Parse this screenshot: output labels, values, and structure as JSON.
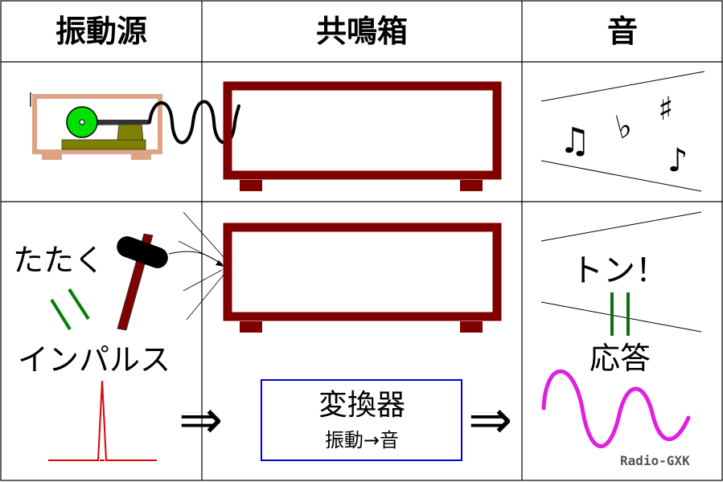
{
  "headers": {
    "source": "振動源",
    "resonator": "共鳴箱",
    "sound": "音"
  },
  "impact": {
    "tataku": "たたく",
    "impulse": "インパルス",
    "ton": "トン！",
    "response": "応答"
  },
  "converter": {
    "title": "変換器",
    "subtitle": "振動→音"
  },
  "music": {
    "double_note": "♫",
    "flat": "♭",
    "sharp": "♯",
    "single_note": "♪"
  },
  "arrows": {
    "double_arrow": "⇒"
  },
  "watermark": "Radio-GXK",
  "colors": {
    "box_frame": "#800000",
    "speaker_frame": "#dea383",
    "reel": "#00e000",
    "motor_base": "#808000",
    "converter_border": "#0000cc",
    "impulse_red": "#e00000",
    "wave_magenta": "#e020e0",
    "ton_magenta": "#ff00ff",
    "note_blue": "#0000ee",
    "note_red": "#ee0000",
    "note_green": "#008000",
    "equals_green": "#107010"
  }
}
